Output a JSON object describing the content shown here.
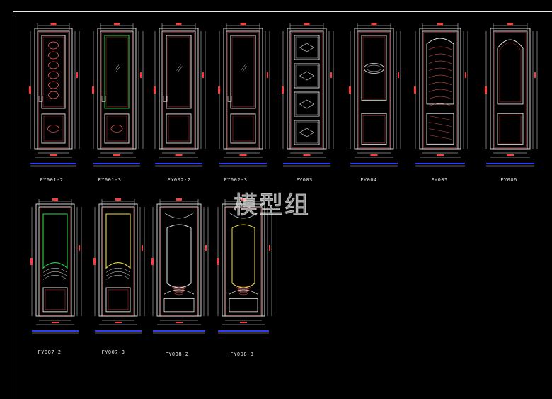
{
  "watermark": "模型组",
  "doors": [
    {
      "label": "FY001-2",
      "style": "carved"
    },
    {
      "label": "FY001-3",
      "style": "glass-green"
    },
    {
      "label": "FY002-2",
      "style": "panel-top"
    },
    {
      "label": "FY002-3",
      "style": "glass-plain"
    },
    {
      "label": "FY003",
      "style": "diamond-four"
    },
    {
      "label": "FY004",
      "style": "oval"
    },
    {
      "label": "FY005",
      "style": "leaf"
    },
    {
      "label": "FY006",
      "style": "arched"
    },
    {
      "label": "FY007-2",
      "style": "curve-green"
    },
    {
      "label": "FY007-3",
      "style": "curve-yellow"
    },
    {
      "label": "FY008-2",
      "style": "baroque"
    },
    {
      "label": "FY008-3",
      "style": "baroque-yellow"
    }
  ],
  "colors": {
    "background": "#000000",
    "outline": "#e8e8e8",
    "dimension": "#ff3b3b",
    "glass_green": "#2dd64a",
    "glass_yellow": "#f0e040",
    "scale_bar": "#2e3bff",
    "carving": "#ff6060"
  }
}
